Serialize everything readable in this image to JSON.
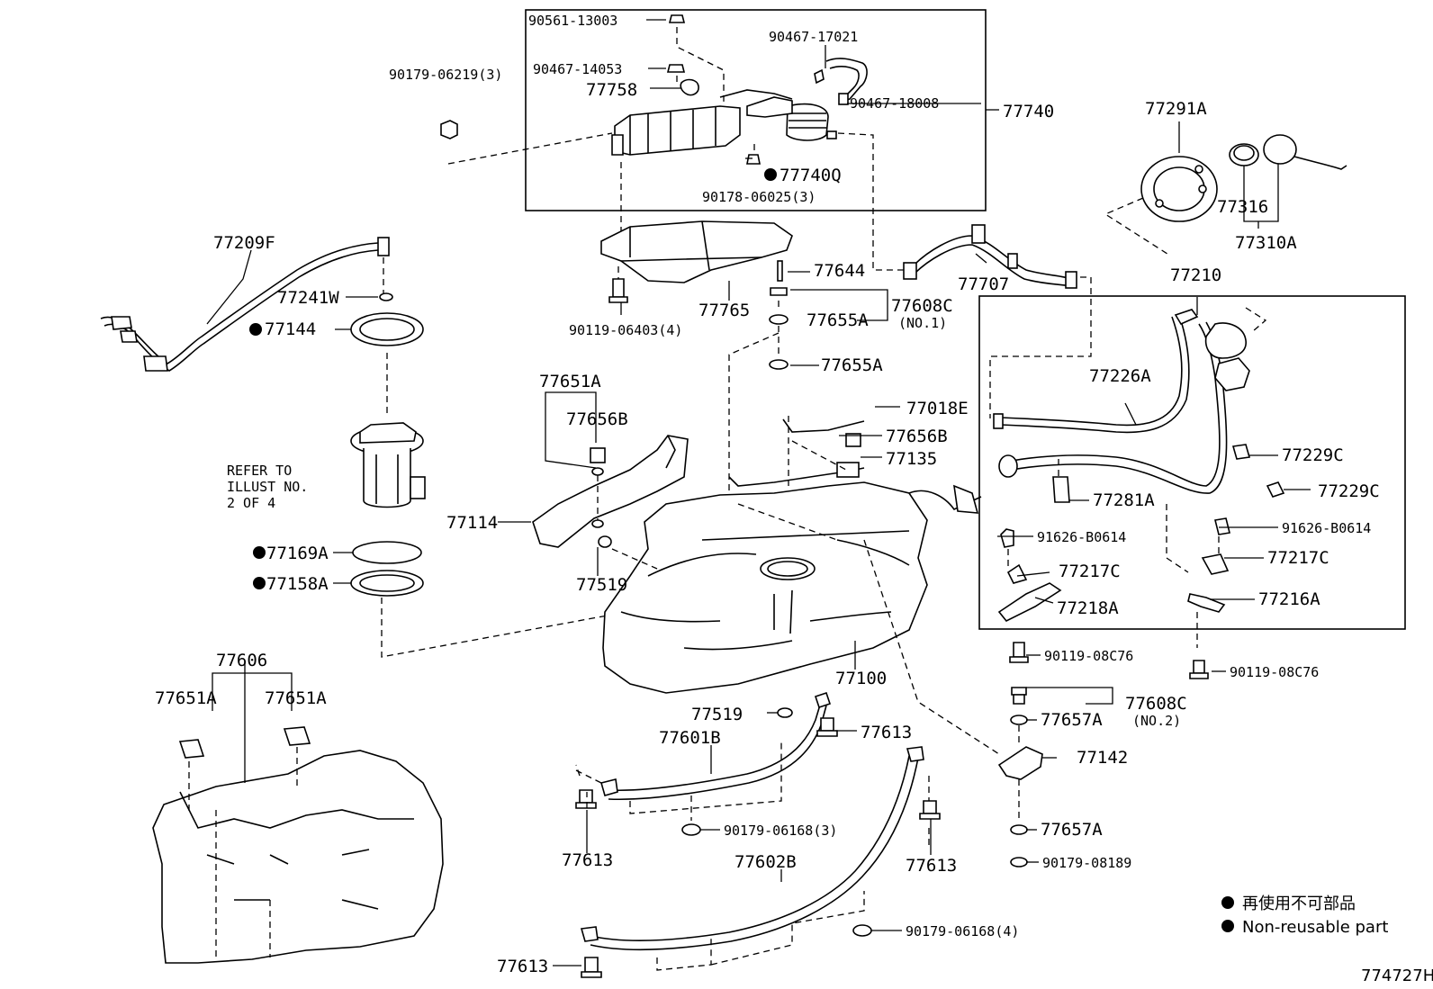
{
  "labels": {
    "p90561_13003": "90561-13003",
    "p90467_17021": "90467-17021",
    "p90179_06219": "90179-06219(3)",
    "p90467_14053": "90467-14053",
    "p77758": "77758",
    "p90467_18008": "90467-18008",
    "p77740": "77740",
    "p77740Q": "77740Q",
    "p90178_06025": "90178-06025(3)",
    "p77209F": "77209F",
    "p77241W": "77241W",
    "p77144": "77144",
    "p77644": "77644",
    "p77608C_1": "77608C",
    "p77608C_1_sub": "(NO.1)",
    "p77765": "77765",
    "p90119_06403": "90119-06403(4)",
    "p77655A_1": "77655A",
    "p77655A_2": "77655A",
    "p77707": "77707",
    "p77291A": "77291A",
    "p77316": "77316",
    "p77310A": "77310A",
    "p77210": "77210",
    "p77226A": "77226A",
    "p77651A_1": "77651A",
    "p77656B_1": "77656B",
    "p77018E": "77018E",
    "p77656B_2": "77656B",
    "p77135": "77135",
    "p77229C_1": "77229C",
    "p77229C_2": "77229C",
    "p77281A": "77281A",
    "p91626_B0614_1": "91626-B0614",
    "p91626_B0614_2": "91626-B0614",
    "p77217C_1": "77217C",
    "p77217C_2": "77217C",
    "p77218A": "77218A",
    "p77216A": "77216A",
    "p77114": "77114",
    "p77519_1": "77519",
    "p77169A": "77169A",
    "p77158A": "77158A",
    "refer_line1": "REFER TO",
    "refer_line2": "ILLUST NO.",
    "refer_line3": "2 OF 4",
    "p77100": "77100",
    "p90119_08C76_1": "90119-08C76",
    "p90119_08C76_2": "90119-08C76",
    "p77608C_2": "77608C",
    "p77608C_2_sub": "(NO.2)",
    "p77657A_1": "77657A",
    "p77142": "77142",
    "p77657A_2": "77657A",
    "p90179_08189": "90179-08189",
    "p77606": "77606",
    "p77651A_2": "77651A",
    "p77651A_3": "77651A",
    "p77519_2": "77519",
    "p77613_1": "77613",
    "p77601B": "77601B",
    "p90179_06168_3": "90179-06168(3)",
    "p77613_2": "77613",
    "p77602B": "77602B",
    "p77613_3": "77613",
    "p90179_06168_4": "90179-06168(4)",
    "p77613_4": "77613"
  },
  "legend": {
    "jp": "再使用不可部品",
    "en": "Non-reusable part"
  },
  "illustration_number": "774727H"
}
